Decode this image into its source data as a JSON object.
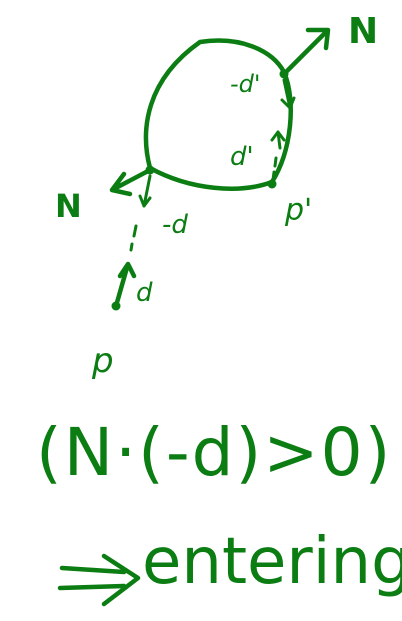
{
  "labels": {
    "normal_right": "N",
    "normal_left": "N",
    "neg_d_prime": "-d'",
    "d_prime": "d'",
    "p_prime": "p'",
    "neg_d": "-d",
    "d": "d",
    "p": "p"
  },
  "formula": "(N·(-d)>0)",
  "conclusion": {
    "arrow_icon": "double-arrow-icon",
    "text": "entering"
  },
  "ink_color": "#0b7d12"
}
